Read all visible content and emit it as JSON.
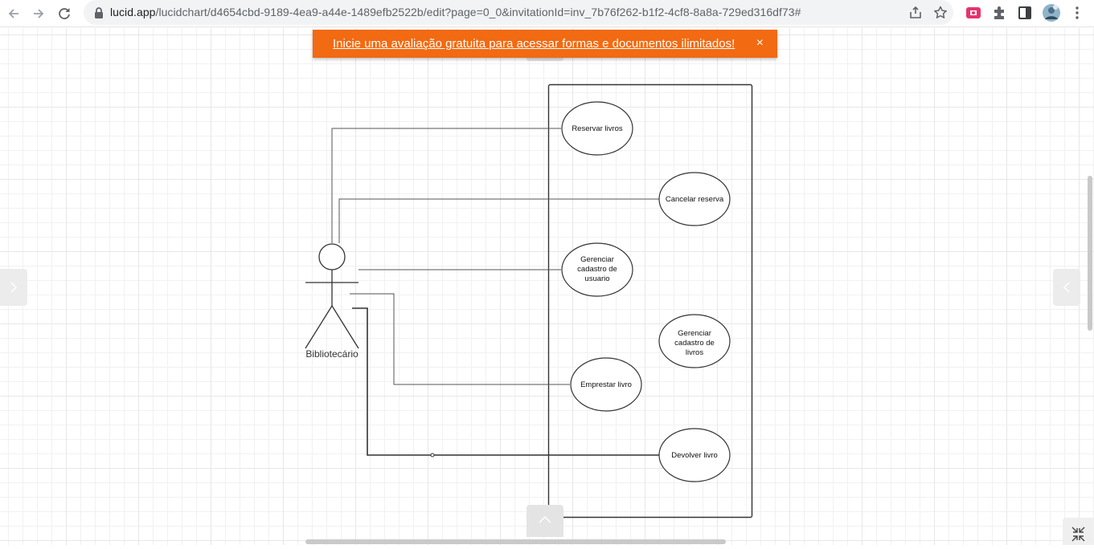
{
  "browser": {
    "url_host": "lucid.app",
    "url_path": "/lucidchart/d4654cbd-9189-4ea9-a44e-1489efb2522b/edit?page=0_0&invitationId=inv_7b76f262-b1f2-4cf8-8a8a-729ed316df73#"
  },
  "banner": {
    "text": "Inicie uma avaliação gratuita para acessar formas e documentos ilimitados!",
    "close_label": "×",
    "color": "#f26a12"
  },
  "diagram": {
    "actor": {
      "label": "Bibliotecário"
    },
    "use_cases": [
      {
        "label": "Reservar livros"
      },
      {
        "label": "Cancelar reserva"
      },
      {
        "label": "Gerenciar cadastro de usuario",
        "lines": [
          "Gerenciar",
          "cadastro de",
          "usuario"
        ]
      },
      {
        "label": "Gerenciar cadastro de livros",
        "lines": [
          "Gerenciar",
          "cadastro de",
          "livros"
        ]
      },
      {
        "label": "Emprestar livro"
      },
      {
        "label": "Devolver livro"
      }
    ]
  }
}
